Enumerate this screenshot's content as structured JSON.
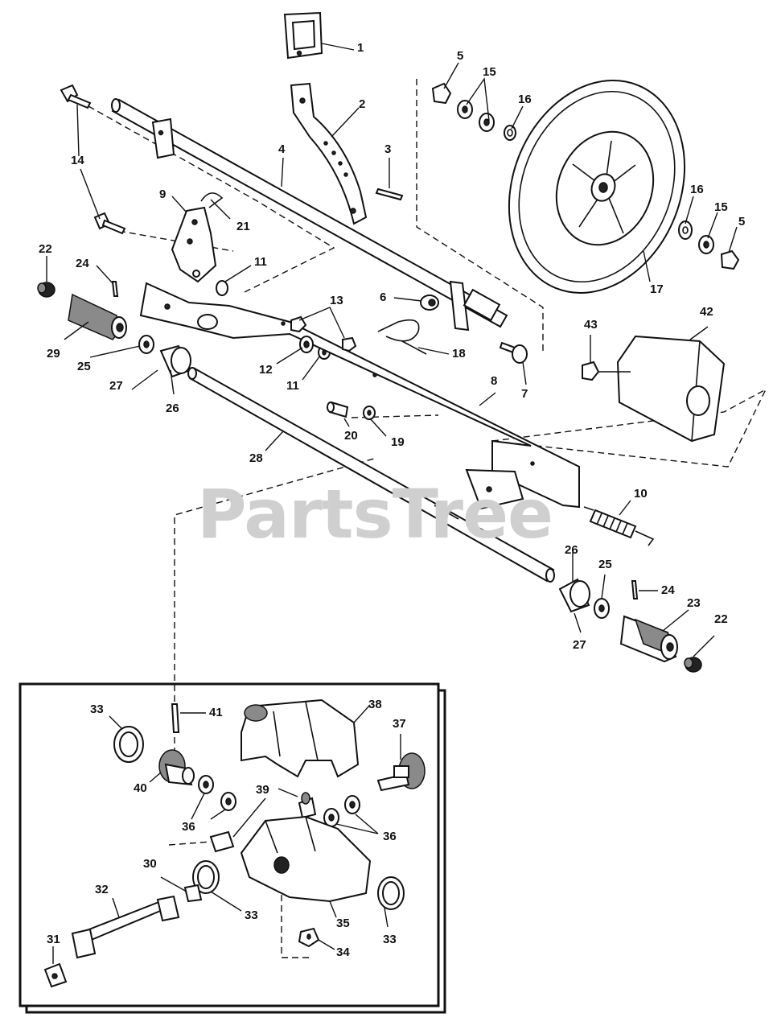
{
  "diagram": {
    "watermark": "PartsTree",
    "callouts": [
      {
        "id": "c1",
        "text": "1"
      },
      {
        "id": "c2",
        "text": "2"
      },
      {
        "id": "c3",
        "text": "3"
      },
      {
        "id": "c4",
        "text": "4"
      },
      {
        "id": "c5a",
        "text": "5"
      },
      {
        "id": "c15a",
        "text": "15"
      },
      {
        "id": "c16a",
        "text": "16"
      },
      {
        "id": "c16b",
        "text": "16"
      },
      {
        "id": "c15b",
        "text": "15"
      },
      {
        "id": "c5b",
        "text": "5"
      },
      {
        "id": "c17",
        "text": "17"
      },
      {
        "id": "c14",
        "text": "14"
      },
      {
        "id": "c9",
        "text": "9"
      },
      {
        "id": "c21",
        "text": "21"
      },
      {
        "id": "c22a",
        "text": "22"
      },
      {
        "id": "c24a",
        "text": "24"
      },
      {
        "id": "c11a",
        "text": "11"
      },
      {
        "id": "c13",
        "text": "13"
      },
      {
        "id": "c6",
        "text": "6"
      },
      {
        "id": "c42",
        "text": "42"
      },
      {
        "id": "c43",
        "text": "43"
      },
      {
        "id": "c29",
        "text": "29"
      },
      {
        "id": "c25a",
        "text": "25"
      },
      {
        "id": "c12",
        "text": "12"
      },
      {
        "id": "c11b",
        "text": "11"
      },
      {
        "id": "c18",
        "text": "18"
      },
      {
        "id": "c7",
        "text": "7"
      },
      {
        "id": "c27a",
        "text": "27"
      },
      {
        "id": "c26a",
        "text": "26"
      },
      {
        "id": "c8",
        "text": "8"
      },
      {
        "id": "c20",
        "text": "20"
      },
      {
        "id": "c19",
        "text": "19"
      },
      {
        "id": "c28",
        "text": "28"
      },
      {
        "id": "c10",
        "text": "10"
      },
      {
        "id": "c26b",
        "text": "26"
      },
      {
        "id": "c25b",
        "text": "25"
      },
      {
        "id": "c24b",
        "text": "24"
      },
      {
        "id": "c23",
        "text": "23"
      },
      {
        "id": "c27b",
        "text": "27"
      },
      {
        "id": "c22b",
        "text": "22"
      },
      {
        "id": "c33a",
        "text": "33"
      },
      {
        "id": "c41",
        "text": "41"
      },
      {
        "id": "c38",
        "text": "38"
      },
      {
        "id": "c37",
        "text": "37"
      },
      {
        "id": "c40",
        "text": "40"
      },
      {
        "id": "c39",
        "text": "39"
      },
      {
        "id": "c36a",
        "text": "36"
      },
      {
        "id": "c36b",
        "text": "36"
      },
      {
        "id": "c30",
        "text": "30"
      },
      {
        "id": "c32",
        "text": "32"
      },
      {
        "id": "c33b",
        "text": "33"
      },
      {
        "id": "c35",
        "text": "35"
      },
      {
        "id": "c33c",
        "text": "33"
      },
      {
        "id": "c31",
        "text": "31"
      },
      {
        "id": "c34",
        "text": "34"
      }
    ]
  }
}
